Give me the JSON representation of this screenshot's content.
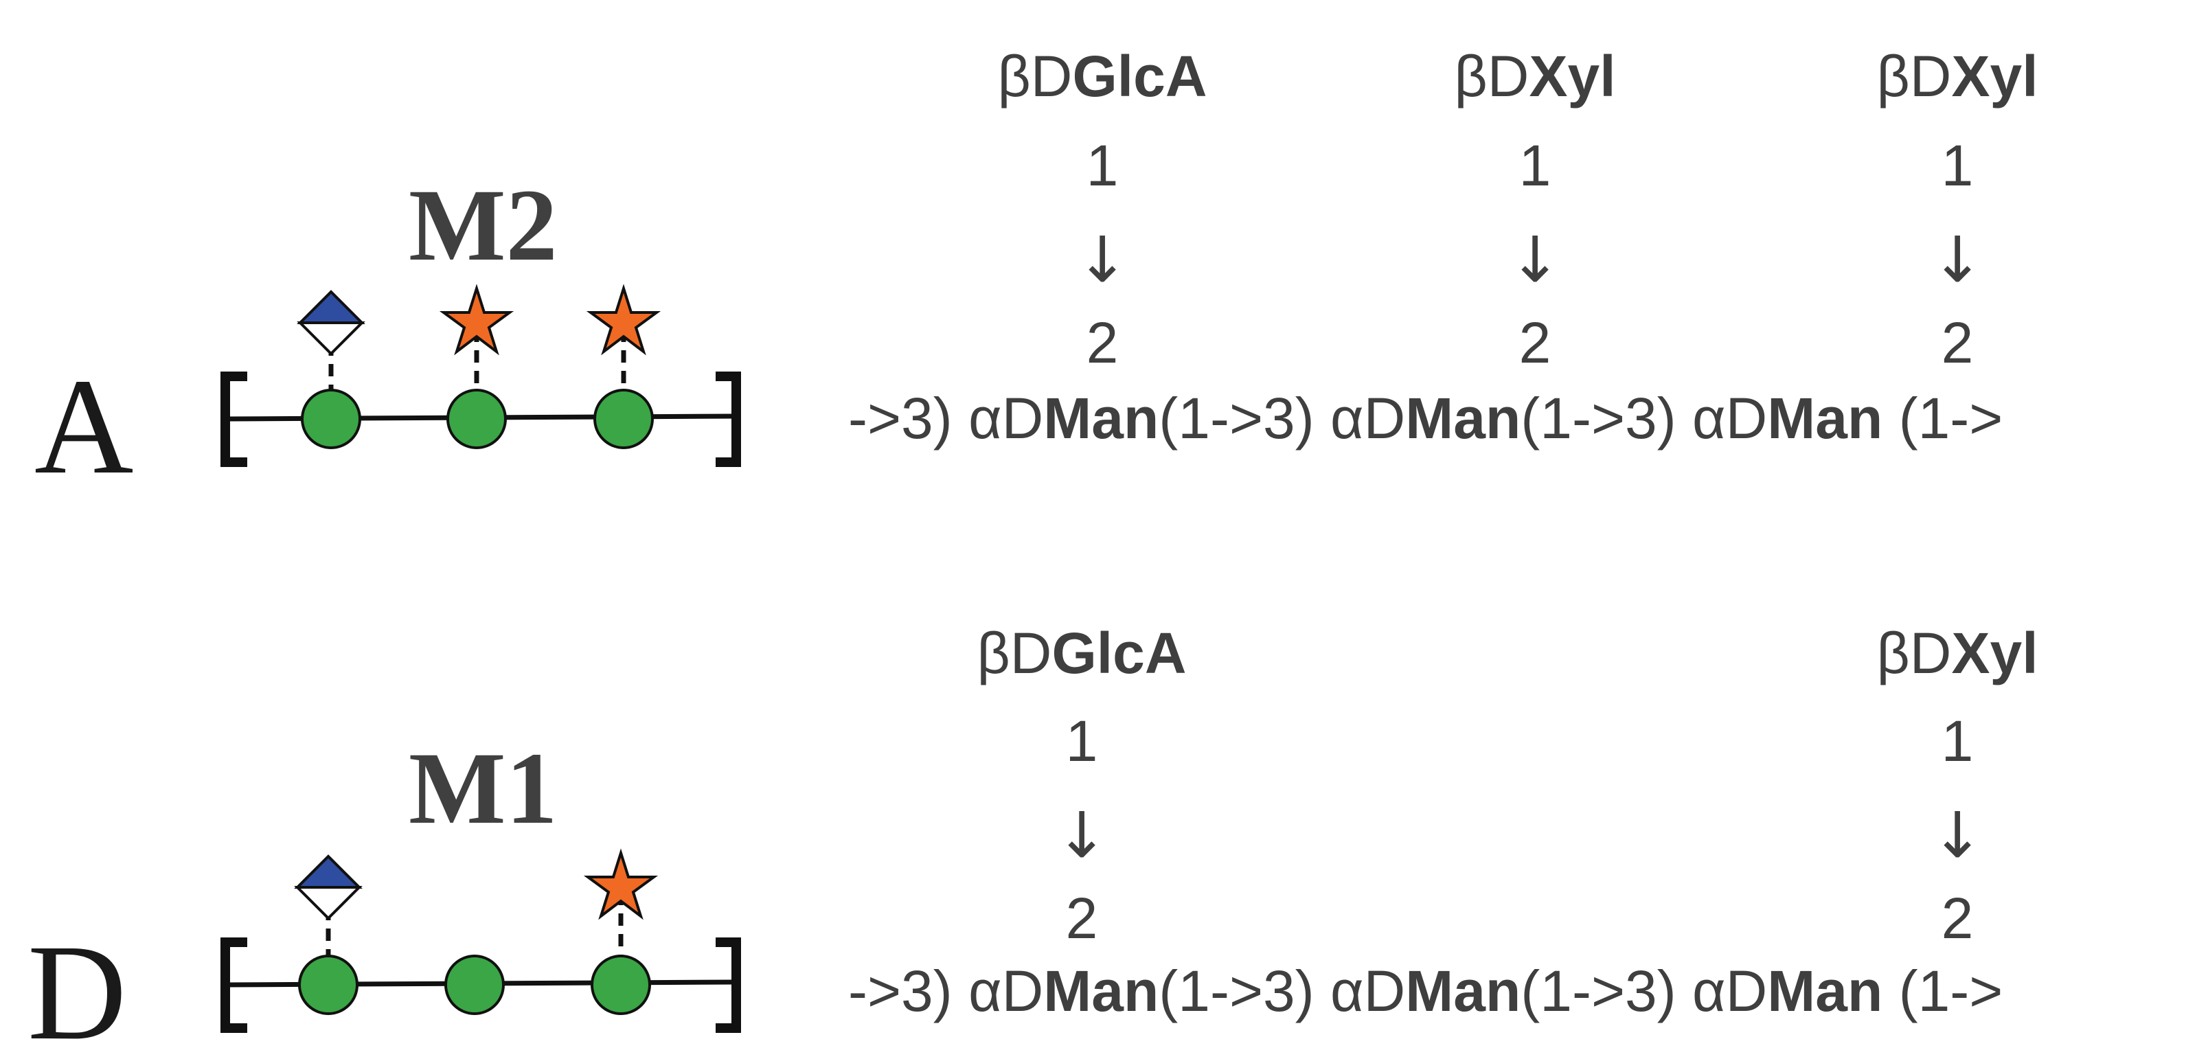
{
  "colors": {
    "mannose_green": "#3aa645",
    "glca_blue": "#2e4da0",
    "xylose_orange": "#f06a23",
    "text": "#3f3f3f"
  },
  "panels": [
    {
      "letter": "A",
      "title": "M2",
      "symbols": [
        "glca-diamond-icon",
        "xylose-star-icon",
        "xylose-star-icon"
      ],
      "branches": [
        {
          "greek": "β",
          "d": "D",
          "name": "GlcA",
          "pos_from": "1",
          "arrow": "↓",
          "pos_to": "2"
        },
        {
          "greek": "β",
          "d": "D",
          "name": "Xyl",
          "pos_from": "1",
          "arrow": "↓",
          "pos_to": "2"
        },
        {
          "greek": "β",
          "d": "D",
          "name": "Xyl",
          "pos_from": "1",
          "arrow": "↓",
          "pos_to": "2"
        }
      ],
      "backbone": {
        "lead": "->3) ",
        "units": [
          {
            "greek": "α",
            "d": "D",
            "name": "Man",
            "link": "(1->3) "
          },
          {
            "greek": "α",
            "d": "D",
            "name": "Man",
            "link": "(1->3) "
          },
          {
            "greek": "α",
            "d": "D",
            "name": "Man",
            "link": " (1->"
          }
        ]
      }
    },
    {
      "letter": "D",
      "title": "M1",
      "symbols": [
        "glca-diamond-icon",
        "",
        "xylose-star-icon"
      ],
      "branches": [
        {
          "greek": "β",
          "d": "D",
          "name": "GlcA",
          "pos_from": "1",
          "arrow": "↓",
          "pos_to": "2"
        },
        null,
        {
          "greek": "β",
          "d": "D",
          "name": "Xyl",
          "pos_from": "1",
          "arrow": "↓",
          "pos_to": "2"
        }
      ],
      "backbone": {
        "lead": "->3) ",
        "units": [
          {
            "greek": "α",
            "d": "D",
            "name": "Man",
            "link": "(1->3) "
          },
          {
            "greek": "α",
            "d": "D",
            "name": "Man",
            "link": "(1->3) "
          },
          {
            "greek": "α",
            "d": "D",
            "name": "Man",
            "link": " (1->"
          }
        ]
      }
    }
  ]
}
